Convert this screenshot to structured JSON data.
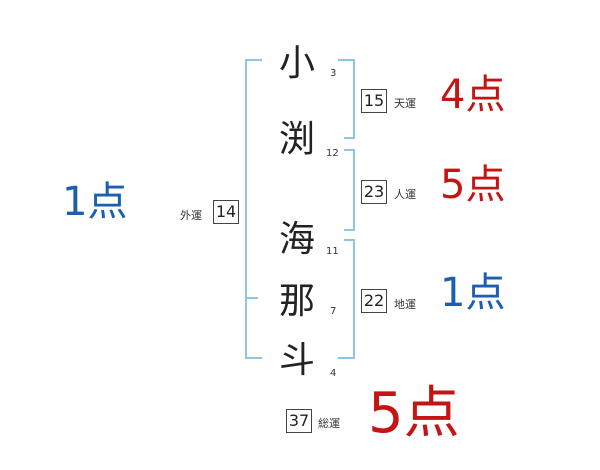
{
  "colors": {
    "bracket": "#8ec4e6",
    "red": "#c41414",
    "blue": "#1a5fb0"
  },
  "name_chars": [
    {
      "char": "小",
      "strokes": "3"
    },
    {
      "char": "渕",
      "strokes": "12"
    },
    {
      "char": "海",
      "strokes": "11"
    },
    {
      "char": "那",
      "strokes": "7"
    },
    {
      "char": "斗",
      "strokes": "4"
    }
  ],
  "gaikaku": {
    "label": "外運",
    "value": "14",
    "score": "1点"
  },
  "tenkaku": {
    "label": "天運",
    "value": "15",
    "score": "4点"
  },
  "jinkaku": {
    "label": "人運",
    "value": "23",
    "score": "5点"
  },
  "chikaku": {
    "label": "地運",
    "value": "22",
    "score": "1点"
  },
  "soukaku": {
    "label": "総運",
    "value": "37",
    "score": "5点"
  }
}
